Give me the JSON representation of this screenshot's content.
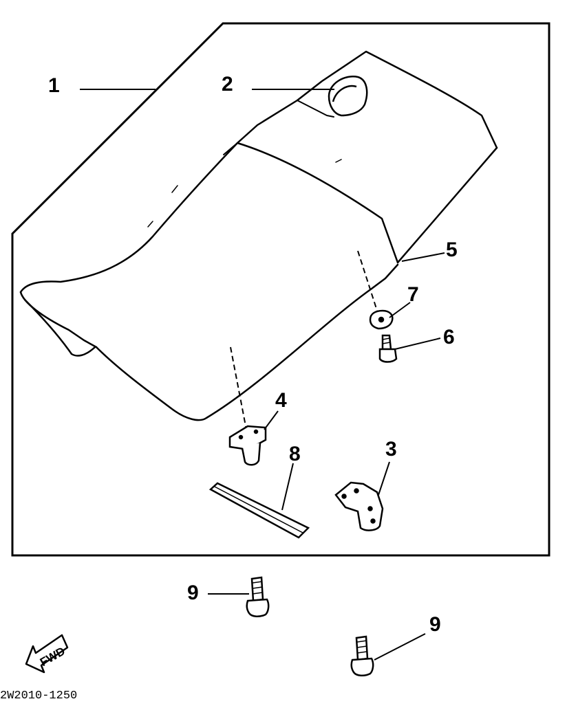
{
  "callouts": [
    {
      "id": "1",
      "label": "1",
      "part": "seat"
    },
    {
      "id": "2",
      "label": "2",
      "part": "grab-bar"
    },
    {
      "id": "3",
      "label": "3",
      "part": "bracket"
    },
    {
      "id": "4",
      "label": "4",
      "part": "seat-hook"
    },
    {
      "id": "5",
      "label": "5",
      "part": "seat-base-edge"
    },
    {
      "id": "6",
      "label": "6",
      "part": "bolt"
    },
    {
      "id": "7",
      "label": "7",
      "part": "nut"
    },
    {
      "id": "8",
      "label": "8",
      "part": "strip"
    },
    {
      "id": "9a",
      "label": "9",
      "part": "bolt"
    },
    {
      "id": "9b",
      "label": "9",
      "part": "bolt"
    }
  ],
  "fwd_arrow": {
    "label": "FWD"
  },
  "drawing_code": "2W2010-1250",
  "colors": {
    "ink": "#000000",
    "paper": "#ffffff"
  }
}
